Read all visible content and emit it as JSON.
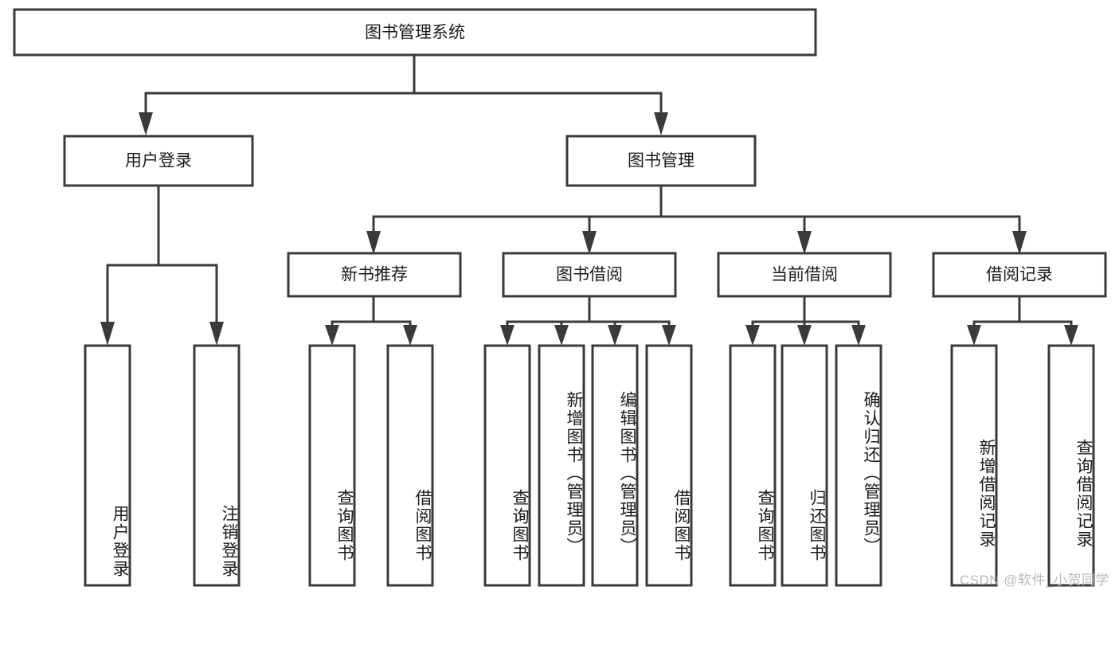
{
  "diagram": {
    "title": "图书管理系统",
    "type": "tree-hierarchy-diagram",
    "colors": {
      "stroke": "#3a3a3a",
      "fill": "#ffffff",
      "text": "#1b1b1b",
      "watermark": "#b9b9b9",
      "background": "#ffffff"
    },
    "root": {
      "label": "图书管理系统"
    },
    "level2": [
      {
        "label": "用户登录"
      },
      {
        "label": "图书管理"
      }
    ],
    "level3": [
      {
        "label": "新书推荐"
      },
      {
        "label": "图书借阅"
      },
      {
        "label": "当前借阅"
      },
      {
        "label": "借阅记录"
      }
    ],
    "leaves_user_login": [
      {
        "label": "用户登录"
      },
      {
        "label": "注销登录"
      }
    ],
    "leaves_new_book": [
      {
        "label": "查询图书"
      },
      {
        "label": "借阅图书"
      }
    ],
    "leaves_borrow": [
      {
        "label": "查询图书"
      },
      {
        "label": "新增图书（管理员）"
      },
      {
        "label": "编辑图书（管理员）"
      },
      {
        "label": "借阅图书"
      }
    ],
    "leaves_current": [
      {
        "label": "查询图书"
      },
      {
        "label": "归还图书"
      },
      {
        "label": "确认归还（管理员）"
      }
    ],
    "leaves_records": [
      {
        "label": "新增借阅记录"
      },
      {
        "label": "查询借阅记录"
      }
    ]
  },
  "watermark": {
    "text": "CSDN @软件_小贺同学"
  }
}
